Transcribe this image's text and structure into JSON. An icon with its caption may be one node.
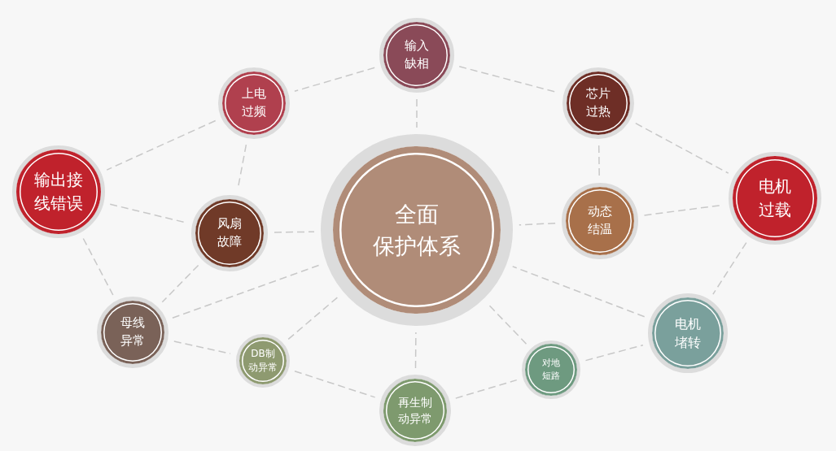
{
  "diagram": {
    "nodes": [
      {
        "text": [
          "全面保护体系"
        ]
      },
      {
        "text": [
          "输入缺相"
        ]
      },
      {
        "text": [
          "上电过频"
        ]
      },
      {
        "text": [
          "芯片过热"
        ]
      },
      {
        "text": [
          "输出接线错误"
        ]
      },
      {
        "text": [
          "电机过载"
        ]
      },
      {
        "text": [
          "风扇故障"
        ]
      },
      {
        "text": [
          "动态结温"
        ]
      },
      {
        "text": [
          "母线异常"
        ]
      },
      {
        "text": [
          "电机堵转"
        ]
      },
      {
        "text": [
          "DB制动异常"
        ]
      },
      {
        "text": [
          "对地短路"
        ]
      },
      {
        "text": [
          "再生制动异常"
        ]
      }
    ],
    "edges": [
      {
        "from": 1,
        "to": 2,
        "arrow": "none",
        "style": "dashed"
      },
      {
        "from": 1,
        "to": 3,
        "arrow": "none",
        "style": "dashed"
      },
      {
        "from": 1,
        "to": 0,
        "arrow": "none",
        "style": "dashed"
      },
      {
        "from": 2,
        "to": 4,
        "arrow": "none",
        "style": "dashed"
      },
      {
        "from": 2,
        "to": 6,
        "arrow": "none",
        "style": "dashed"
      },
      {
        "from": 3,
        "to": 7,
        "arrow": "none",
        "style": "dashed"
      },
      {
        "from": 3,
        "to": 5,
        "arrow": "none",
        "style": "dashed"
      },
      {
        "from": 4,
        "to": 6,
        "arrow": "none",
        "style": "dashed"
      },
      {
        "from": 4,
        "to": 8,
        "arrow": "none",
        "style": "dashed"
      },
      {
        "from": 6,
        "to": 0,
        "arrow": "none",
        "style": "dashed"
      },
      {
        "from": 6,
        "to": 8,
        "arrow": "none",
        "style": "dashed"
      },
      {
        "from": 7,
        "to": 0,
        "arrow": "none",
        "style": "dashed"
      },
      {
        "from": 7,
        "to": 5,
        "arrow": "none",
        "style": "dashed"
      },
      {
        "from": 5,
        "to": 9,
        "arrow": "none",
        "style": "dashed"
      },
      {
        "from": 8,
        "to": 0,
        "arrow": "none",
        "style": "dashed"
      },
      {
        "from": 8,
        "to": 10,
        "arrow": "none",
        "style": "dashed"
      },
      {
        "from": 10,
        "to": 0,
        "arrow": "none",
        "style": "dashed"
      },
      {
        "from": 10,
        "to": 12,
        "arrow": "none",
        "style": "dashed"
      },
      {
        "from": 12,
        "to": 0,
        "arrow": "none",
        "style": "dashed"
      },
      {
        "from": 12,
        "to": 11,
        "arrow": "none",
        "style": "dashed"
      },
      {
        "from": 11,
        "to": 0,
        "arrow": "none",
        "style": "dashed"
      },
      {
        "from": 11,
        "to": 9,
        "arrow": "none",
        "style": "dashed"
      },
      {
        "from": 9,
        "to": 0,
        "arrow": "none",
        "style": "dashed"
      }
    ]
  }
}
